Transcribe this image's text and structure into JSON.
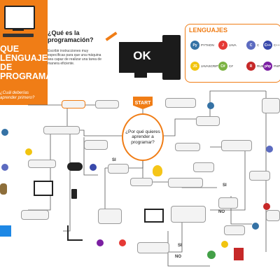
{
  "hero": {
    "title_lines": [
      "QUE",
      "LENGUAJE",
      "DE",
      "PROGRAMACIÓN"
    ],
    "subtitle": "¿Cuál deberías aprender primero?"
  },
  "intro": {
    "question": "¿Qué es la programación?",
    "text": "Escribir instrucciones muy específicas para que una máquina sea capaz de realizar una tarea de manera eficiente.",
    "ok_label": "OK"
  },
  "languages": {
    "heading": "LENGUAJES",
    "items": [
      {
        "name": "PYTHON",
        "abbr": "Py",
        "color": "#3572a5"
      },
      {
        "name": "JAVA",
        "abbr": "J",
        "color": "#e53935"
      },
      {
        "name": "C",
        "abbr": "C",
        "color": "#5c6bc0"
      },
      {
        "name": "C++",
        "abbr": "C++",
        "color": "#3949ab"
      },
      {
        "name": "JAVASCRIPT",
        "abbr": "JS",
        "color": "#f1c40f"
      },
      {
        "name": "C#",
        "abbr": "C#",
        "color": "#7cb342"
      },
      {
        "name": "RUBY",
        "abbr": "R",
        "color": "#c62828"
      },
      {
        "name": "PHP",
        "abbr": "php",
        "color": "#7b1fa2"
      }
    ]
  },
  "flow": {
    "start_label": "START",
    "center_question": "¿Por qué quieres aprender a programar?",
    "labels": {
      "yes": "SI",
      "no": "NO",
      "yes2": "SI",
      "no2": "NO",
      "yes3": "SI"
    }
  },
  "colors": {
    "accent": "#f07d16",
    "node_border": "#9a9a9a",
    "line": "#555555"
  }
}
